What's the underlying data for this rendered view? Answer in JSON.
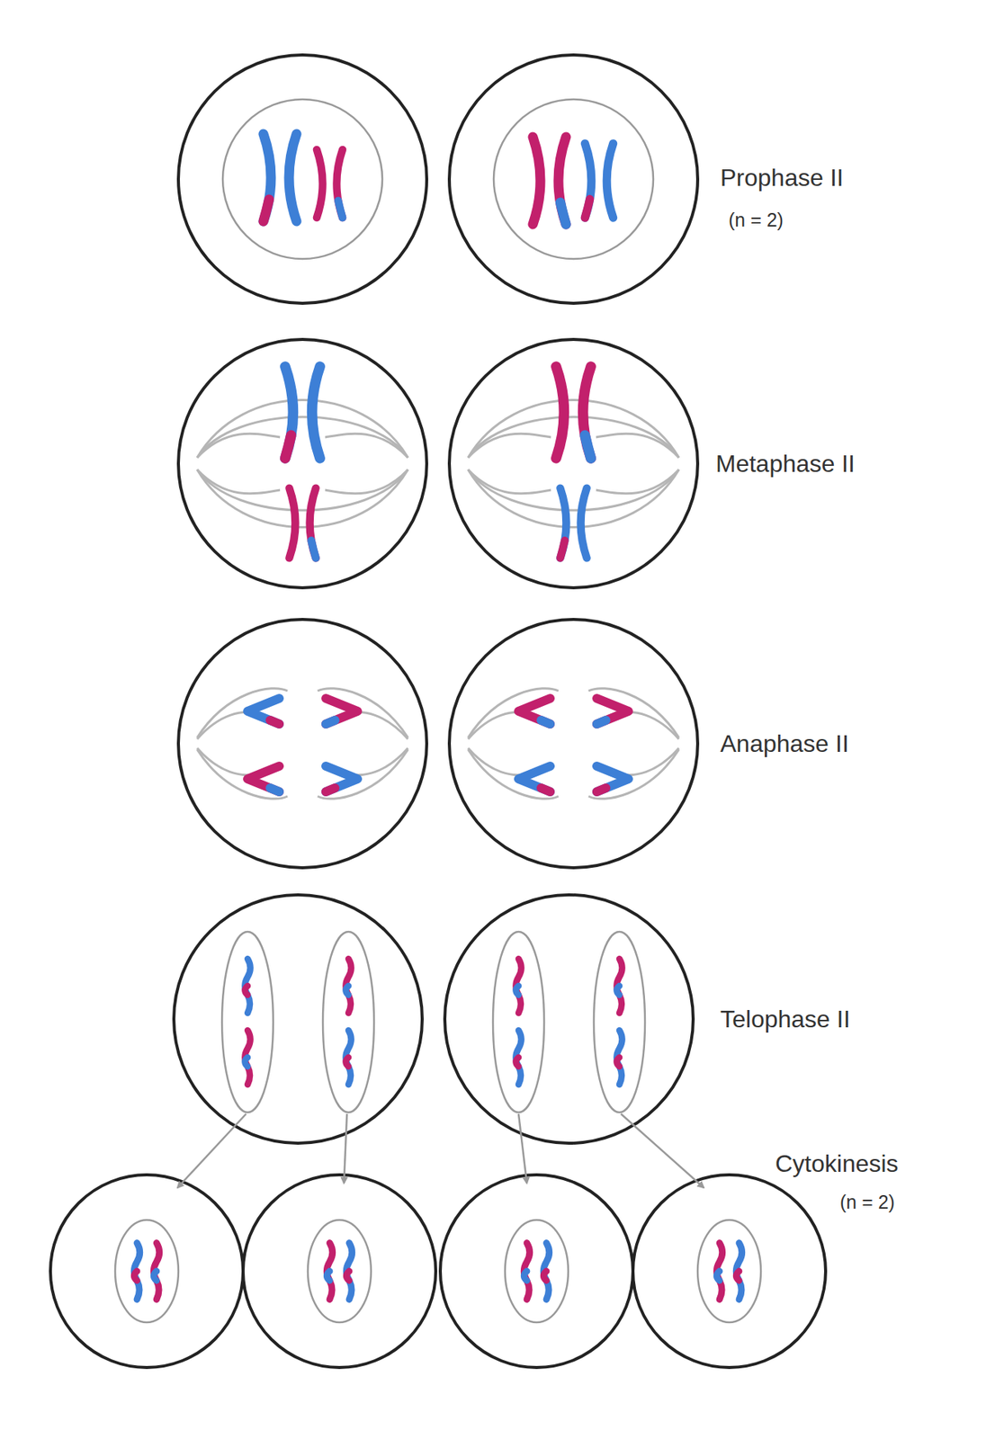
{
  "diagram": {
    "labels": [
      "Prophase II",
      "(n = 2)",
      "Metaphase II",
      "Anaphase II",
      "Telophase II",
      "Cytokinesis",
      "(n = 2)"
    ]
  }
}
